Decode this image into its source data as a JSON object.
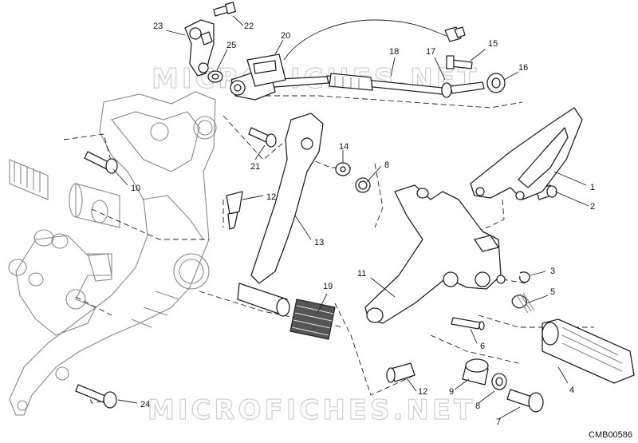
{
  "diagram": {
    "drawing_code": "CMB00586",
    "watermark_text": "MICROFICHES.NET",
    "callouts": [
      {
        "id": "c1",
        "label": "1"
      },
      {
        "id": "c2",
        "label": "2"
      },
      {
        "id": "c3",
        "label": "3"
      },
      {
        "id": "c4",
        "label": "4"
      },
      {
        "id": "c5",
        "label": "5"
      },
      {
        "id": "c6",
        "label": "6"
      },
      {
        "id": "c7",
        "label": "7"
      },
      {
        "id": "c8a",
        "label": "8"
      },
      {
        "id": "c8b",
        "label": "8"
      },
      {
        "id": "c9",
        "label": "9"
      },
      {
        "id": "c10",
        "label": "10"
      },
      {
        "id": "c11",
        "label": "11"
      },
      {
        "id": "c12a",
        "label": "12"
      },
      {
        "id": "c12b",
        "label": "12"
      },
      {
        "id": "c13",
        "label": "13"
      },
      {
        "id": "c14",
        "label": "14"
      },
      {
        "id": "c15",
        "label": "15"
      },
      {
        "id": "c16",
        "label": "16"
      },
      {
        "id": "c17",
        "label": "17"
      },
      {
        "id": "c18",
        "label": "18"
      },
      {
        "id": "c19",
        "label": "19"
      },
      {
        "id": "c20",
        "label": "20"
      },
      {
        "id": "c21",
        "label": "21"
      },
      {
        "id": "c22",
        "label": "22"
      },
      {
        "id": "c23",
        "label": "23"
      },
      {
        "id": "c24",
        "label": "24"
      },
      {
        "id": "c25",
        "label": "25"
      }
    ]
  }
}
